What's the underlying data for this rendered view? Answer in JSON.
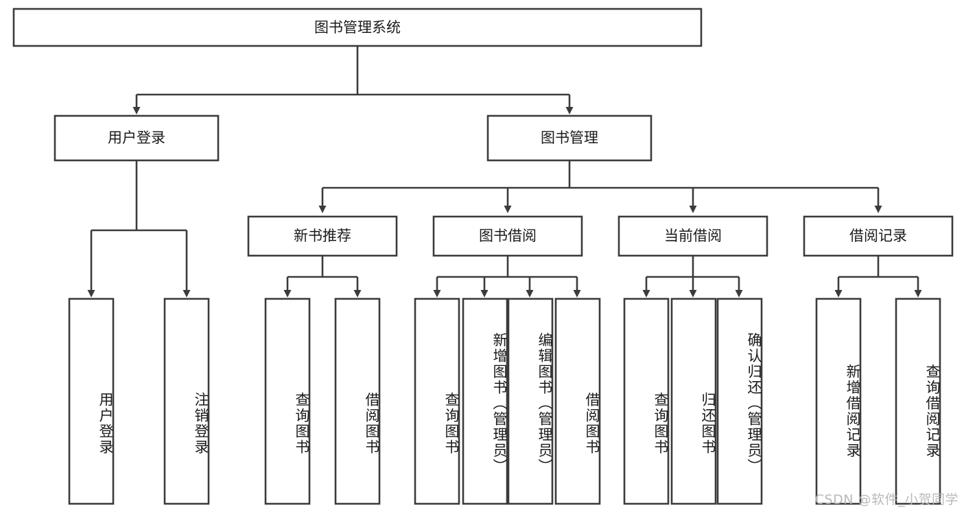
{
  "diagram": {
    "type": "tree",
    "orientation": "top-down",
    "title_node": {
      "label": "图书管理系统"
    },
    "level2": [
      {
        "label": "用户登录"
      },
      {
        "label": "图书管理"
      }
    ],
    "level3": [
      {
        "label": "新书推荐"
      },
      {
        "label": "图书借阅"
      },
      {
        "label": "当前借阅"
      },
      {
        "label": "借阅记录"
      }
    ],
    "leaves": {
      "user_login": [
        {
          "label": "用户登录"
        },
        {
          "label": "注销登录"
        }
      ],
      "new_book_recommend": [
        {
          "label": "查询图书"
        },
        {
          "label": "借阅图书"
        }
      ],
      "book_borrow": [
        {
          "label": "查询图书"
        },
        {
          "label": "新增图书（管理员）"
        },
        {
          "label": "编辑图书（管理员）"
        },
        {
          "label": "借阅图书"
        }
      ],
      "current_borrow": [
        {
          "label": "查询图书"
        },
        {
          "label": "归还图书"
        },
        {
          "label": "确认归还（管理员）"
        }
      ],
      "borrow_record": [
        {
          "label": "新增借阅记录"
        },
        {
          "label": "查询借阅记录"
        }
      ]
    }
  },
  "watermark": {
    "text": "CSDN @软件_小贺同学"
  },
  "colors": {
    "stroke": "#3b3b3b",
    "fill": "#ffffff",
    "text": "#1a1a1a",
    "watermark": "#b9b9b9"
  }
}
